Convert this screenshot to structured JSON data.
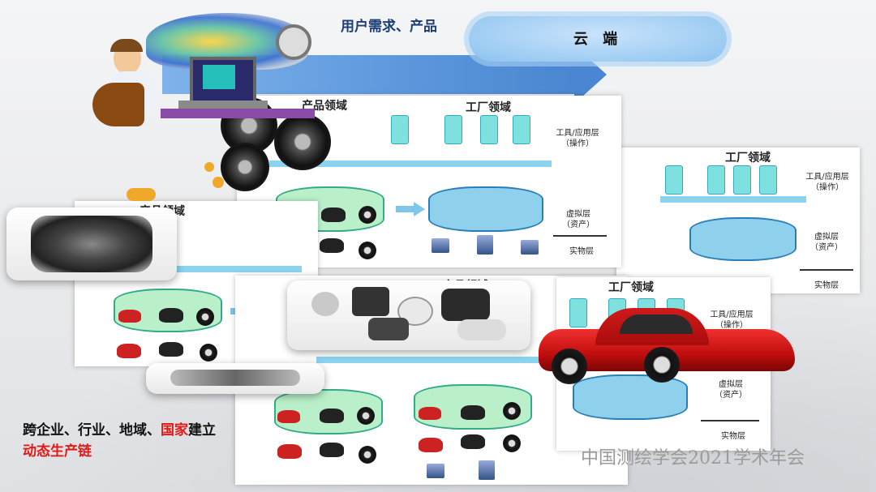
{
  "header": {
    "top_label": "用户需求、产品",
    "cloud_label": "云 端"
  },
  "panels": [
    {
      "product_title": "产品领域",
      "factory_title": "工厂领域",
      "layer_tools": "工具/应用层\n（操作）",
      "layer_virtual": "虚拟层\n（资产）",
      "layer_physical": "实物层"
    },
    {
      "factory_title": "工厂领域",
      "layer_tools": "工具/应用层\n（操作）",
      "layer_virtual": "虚拟层\n（资产）",
      "layer_physical": "实物层"
    },
    {
      "product_title": "产品领域"
    },
    {
      "product_title": "产品领域",
      "factory_title": "工厂领域",
      "layer_tools": "工具/应用层\n（操作）",
      "layer_virtual": "虚拟层\n（资产）",
      "layer_physical": "实物层"
    }
  ],
  "caption": {
    "line1_prefix": "跨企业、行业、地域、",
    "line1_red": "国家",
    "line1_suffix": "建立",
    "line2": "动态生产链"
  },
  "watermark": "中国测绘学会2021学术年会",
  "colors": {
    "arrow": "#5c97dc",
    "cloud": "#9fcdf3",
    "accent_red": "#e21919",
    "tank_green": "#b9f0c9",
    "tank_blue": "#8fd0ec"
  }
}
